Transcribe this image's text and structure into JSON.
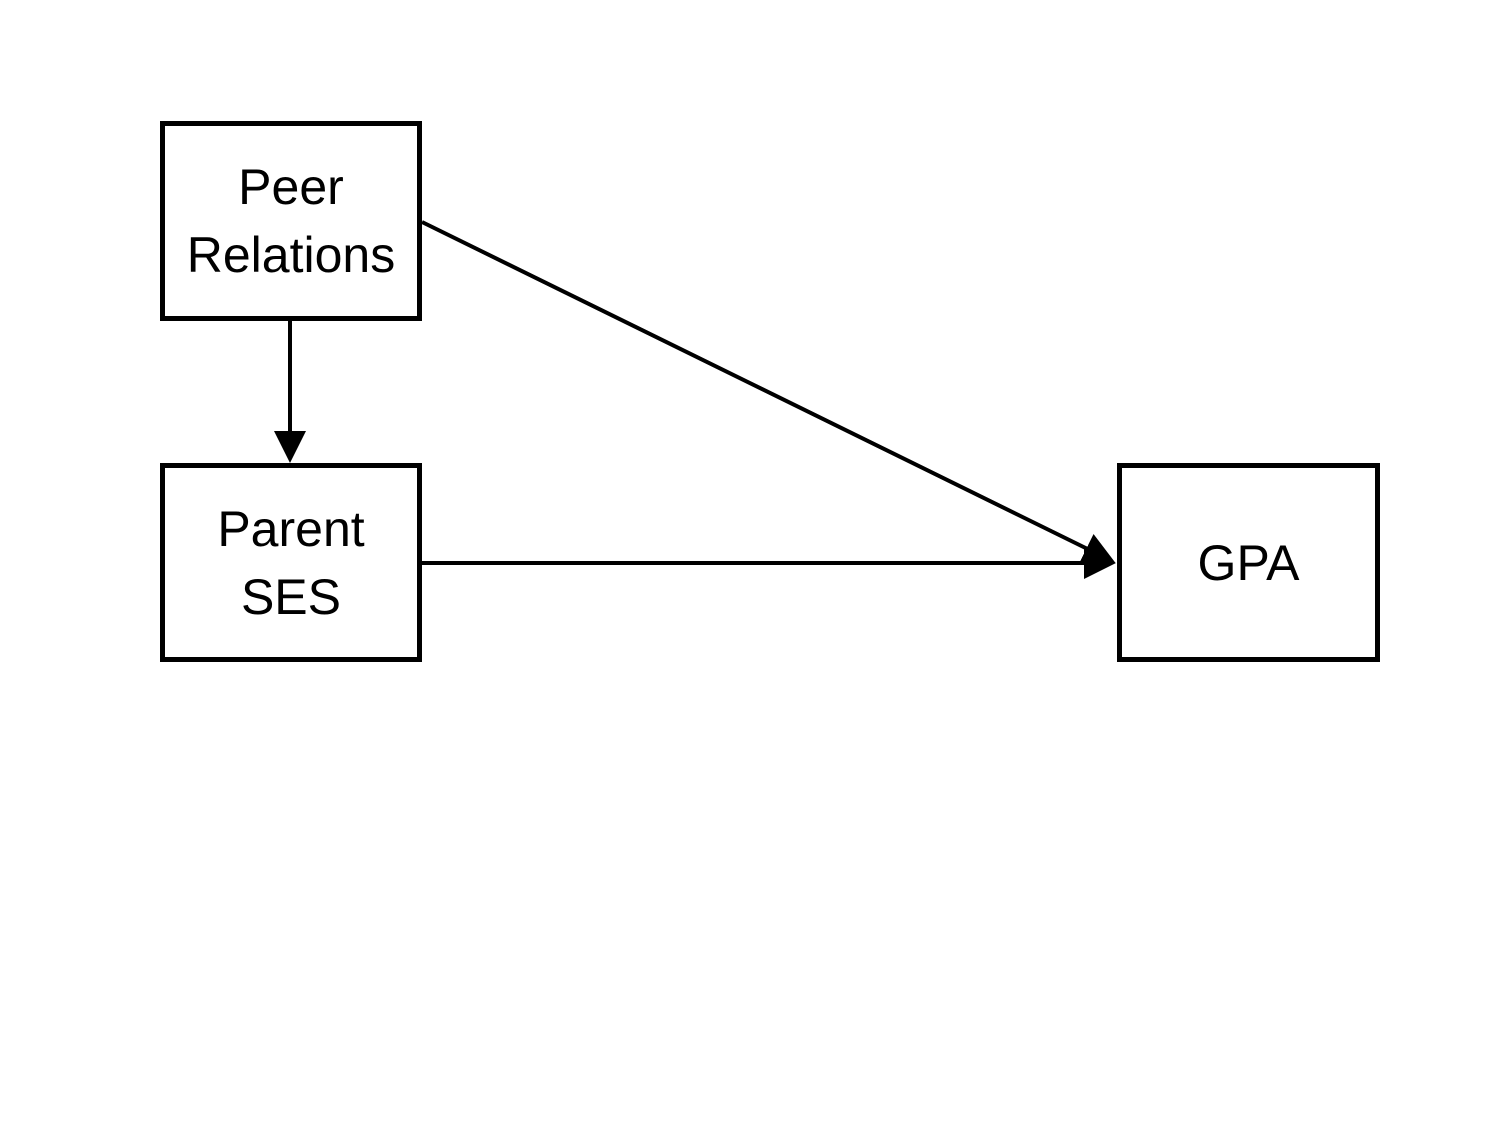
{
  "diagram": {
    "nodes": {
      "peer_relations": {
        "label": "Peer\nRelations"
      },
      "parent_ses": {
        "label": "Parent\nSES"
      },
      "gpa": {
        "label": "GPA"
      }
    },
    "edges": [
      {
        "from": "Peer Relations",
        "to": "Parent SES"
      },
      {
        "from": "Peer Relations",
        "to": "GPA"
      },
      {
        "from": "Parent SES",
        "to": "GPA"
      }
    ],
    "colors": {
      "stroke": "#000000",
      "background": "#ffffff"
    }
  }
}
